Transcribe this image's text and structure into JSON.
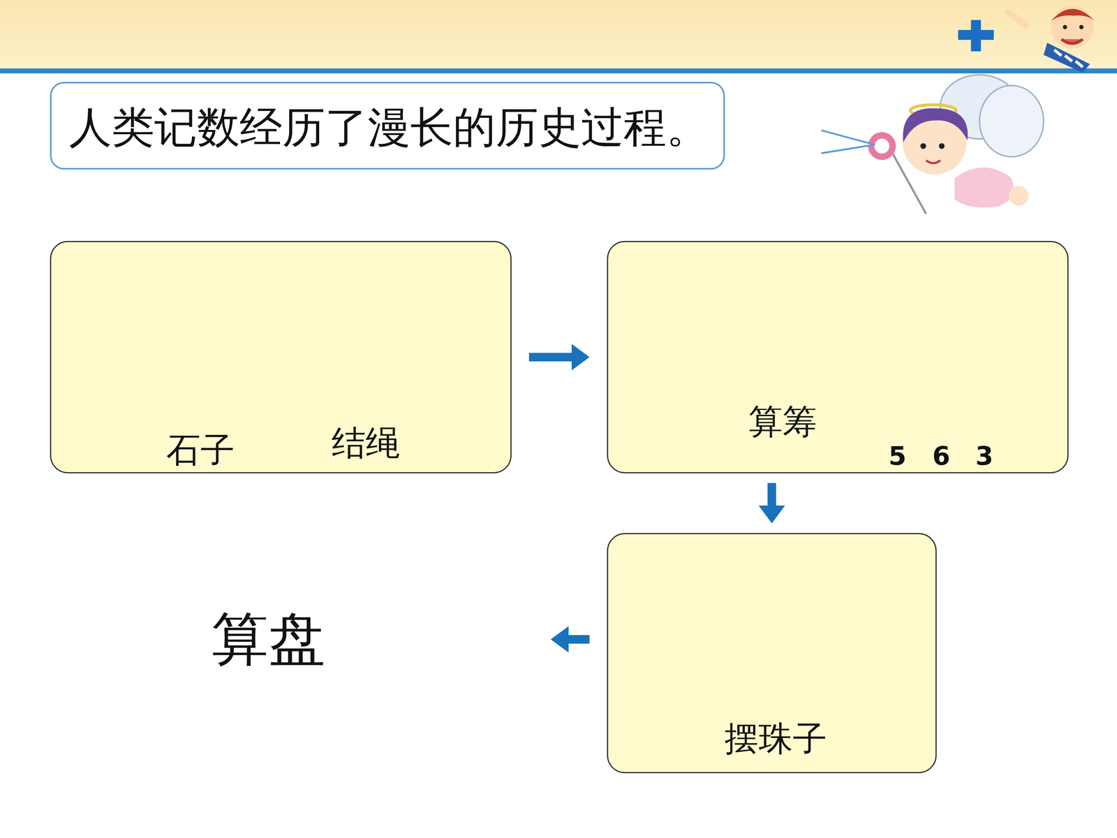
{
  "diagram": {
    "nodes": [
      {
        "text": [
          "人类记数经历了漫长的历史过程。"
        ]
      },
      {
        "text": [
          "石子",
          "结绳"
        ]
      },
      {
        "text": [
          "算筹",
          "5",
          "6",
          "3"
        ]
      },
      {
        "text": [
          "摆珠子"
        ]
      },
      {
        "text": [
          "算盘"
        ]
      }
    ],
    "edges": [
      {
        "from": 1,
        "to": 2,
        "arrow": "to"
      },
      {
        "from": 2,
        "to": 3,
        "arrow": "to"
      },
      {
        "from": 3,
        "to": 4,
        "arrow": "to"
      }
    ]
  }
}
